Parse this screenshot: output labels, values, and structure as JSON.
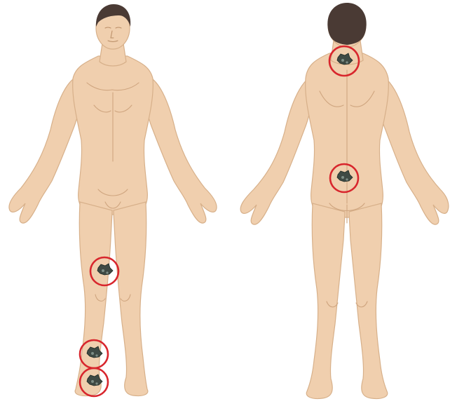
{
  "figure": {
    "views": [
      {
        "id": "front",
        "description_hidden": true
      },
      {
        "id": "back",
        "description_hidden": true
      }
    ],
    "marker": {
      "ring_color": "#d8262d",
      "lesion_color": "#3f4a44",
      "count_front": 3,
      "count_back": 2
    },
    "colors": {
      "skin": "#f0cfae",
      "hair": "#4a3a34",
      "background": "#ffffff"
    }
  }
}
